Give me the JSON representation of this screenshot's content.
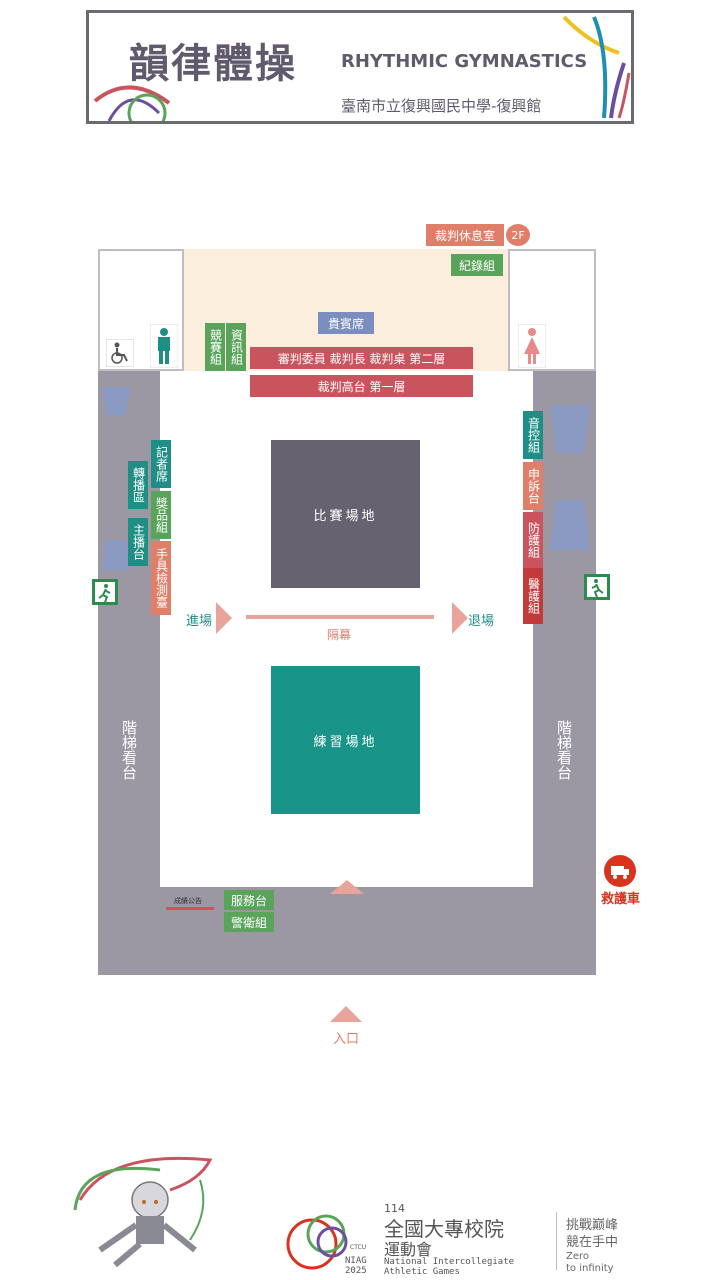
{
  "header": {
    "title_zh": "韻律體操",
    "title_en": "RHYTHMIC GYMNASTICS",
    "venue": "臺南市立復興國民中學-復興館"
  },
  "floor_badge": "2F",
  "rooms": {
    "referee_lounge": "裁判休息室",
    "records": "紀錄組",
    "vip": "貴賓席",
    "competition": "競賽組",
    "info": "資訊組",
    "jury_second": "審判委員 裁判長 裁判桌 第二層",
    "jury_first": "裁判高台 第一層",
    "main_court": "比賽場地",
    "practice_court": "練習場地",
    "press": "記者席",
    "broadcast": "轉播區",
    "awards": "獎品組",
    "anchor": "主播台",
    "apparatus": "手具檢測臺",
    "sound": "音控組",
    "appeal": "申訴台",
    "anti_doping": "防護組",
    "medical": "醫護組",
    "entry": "進場",
    "exit": "退場",
    "curtain": "隔幕",
    "stands_left": "階梯看台",
    "stands_right": "階梯看台",
    "results": "成績公告",
    "service": "服務台",
    "security": "警衛組",
    "ambulance": "救護車",
    "entrance": "入口"
  },
  "footer": {
    "edition": "114",
    "event_zh_1": "全國大專校院",
    "event_zh_2": "運動會",
    "event_en_1": "National Intercollegiate",
    "event_en_2": "Athletic Games",
    "org": "CTCU",
    "niag": "NIAG",
    "year": "2025",
    "slogan_1": "挑戰巅峰",
    "slogan_2": "競在手中",
    "slogan_en_1": "Zero",
    "slogan_en_2": "to infinity"
  },
  "colors": {
    "teal": "#1f8f86",
    "green": "#5aa35a",
    "salmon": "#df7f6a",
    "red": "#c9545e",
    "stands": "#9b98a3",
    "main_court": "#666270",
    "practice_court": "#199488",
    "vip_area": "#fbeedd"
  }
}
